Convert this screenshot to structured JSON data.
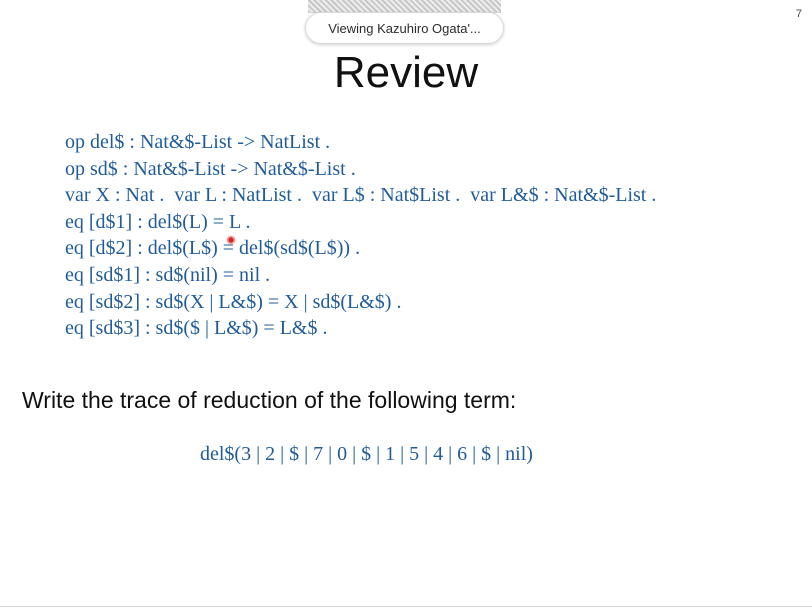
{
  "overlay": {
    "viewing_label": "Viewing Kazuhiro Ogata'..."
  },
  "slide": {
    "number": "7",
    "title": "Review",
    "code_lines": [
      "op del$ : Nat&$-List -> NatList .",
      "op sd$ : Nat&$-List -> Nat&$-List .",
      "var X : Nat .  var L : NatList .  var L$ : Nat$List .  var L&$ : Nat&$-List .",
      "eq [d$1] : del$(L) = L .",
      "eq [d$2] : del$(L$) = del$(sd$(L$)) .",
      "eq [sd$1] : sd$(nil) = nil .",
      "eq [sd$2] : sd$(X | L&$) = X | sd$(L&$) .",
      "eq [sd$3] : sd$($ | L&$) = L&$ ."
    ],
    "instruction": "Write the trace of reduction of the following term:",
    "term": "del$(3 | 2 | $ | 7 | 0 | $ | 1 | 5 | 4 | 6 | $ | nil)"
  }
}
